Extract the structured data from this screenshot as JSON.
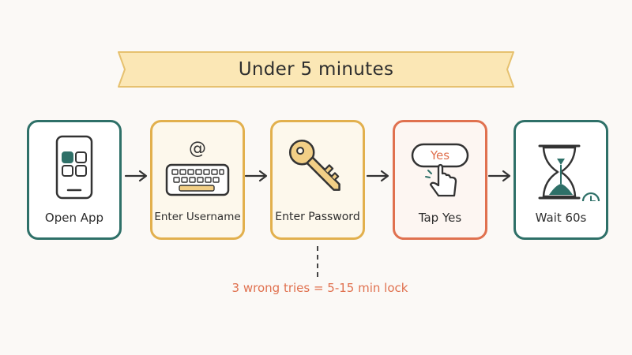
{
  "banner": {
    "title": "Under 5 minutes"
  },
  "steps": [
    {
      "label": "Open App",
      "icon": "phone-app-grid-icon",
      "border": "#2e7068",
      "fill": "#ffffff"
    },
    {
      "label": "Enter Username",
      "icon": "keyboard-at-icon",
      "border": "#e2b04d",
      "fill": "#fdf8ec"
    },
    {
      "label": "Enter Password",
      "icon": "key-icon",
      "border": "#e2b04d",
      "fill": "#fdf8ec"
    },
    {
      "label": "Tap Yes",
      "icon": "tap-yes-button-icon",
      "button_text": "Yes",
      "border": "#e0714f",
      "fill": "#fdf6f2"
    },
    {
      "label": "Wait 60s",
      "icon": "hourglass-clock-icon",
      "border": "#2e7068",
      "fill": "#ffffff"
    }
  ],
  "note": "3 wrong tries = 5-15 min lock",
  "colors": {
    "teal": "#2e7068",
    "gold": "#e2b04d",
    "coral": "#e0714f",
    "banner_fill": "#fbe7b5",
    "background": "#fbf9f6"
  }
}
